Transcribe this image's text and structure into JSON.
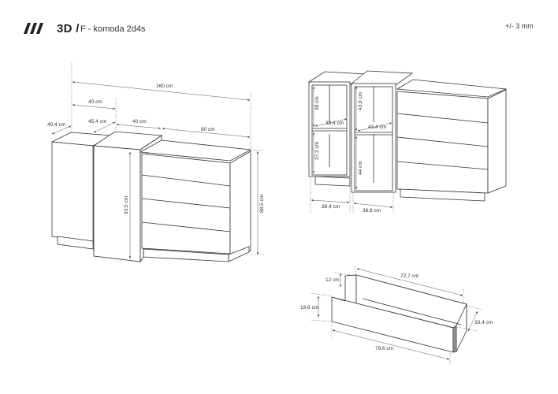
{
  "header": {
    "logo_icon": "triple-slash-logo",
    "view_label": "3D /",
    "product_name": "F - komoda 2d4s",
    "tolerance": "+/- 3 mm"
  },
  "main_view": {
    "dimensions": {
      "total_width": "160 cm",
      "module_width": "40 cm",
      "depth_left": "40,4 cm",
      "depth_middle": "45,4 cm",
      "middle_width": "40 cm",
      "drawer_unit_width": "80 cm",
      "height_tall": "93,5 cm",
      "height_drawers": "88,5 cm"
    }
  },
  "interior_view": {
    "dimensions": {
      "left_upper_height": "38 cm",
      "left_lower_height": "37,2 cm",
      "left_shelf_depth": "38,4 cm",
      "left_width": "38,4 cm",
      "right_upper_height": "43,9 cm",
      "right_lower_height": "44 cm",
      "right_shelf_depth": "43,4 cm",
      "right_width": "36,8 cm"
    }
  },
  "drawer_view": {
    "dimensions": {
      "inner_length": "72,7 cm",
      "side_height": "12 cm",
      "front_height": "19,6 cm",
      "depth": "33,4 cm",
      "front_length": "79,6 cm"
    }
  }
}
